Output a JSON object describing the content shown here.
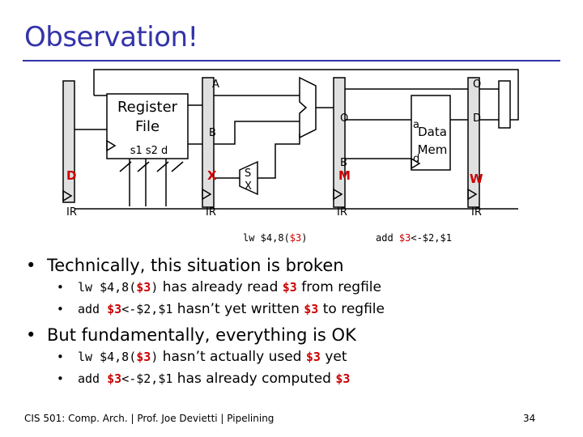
{
  "slide": {
    "title": "Observation!",
    "footer": "CIS 501: Comp. Arch.  |  Prof. Joe Devietti  |  Pipelining",
    "page_number": "34"
  },
  "diagram": {
    "regfile_label_1": "Register",
    "regfile_label_2": "File",
    "regfile_ports": "s1 s2  d",
    "latch_A": "A",
    "latch_B": "B",
    "latch_O_exec": "O",
    "latch_B_mem": "B",
    "latch_O_mem": "O",
    "latch_D_wb": "D",
    "stage_D": "D",
    "stage_X": "X",
    "stage_M": "M",
    "stage_W": "W",
    "ir_1": "IR",
    "ir_2": "IR",
    "ir_3": "IR",
    "ir_4": "IR",
    "sx_1": "S",
    "sx_2": "X",
    "dmem_a": "a",
    "dmem_d": "d",
    "dmem_label_1": "Data",
    "dmem_label_2": "Mem",
    "instr_x_prefix": "lw $4,8(",
    "instr_x_reg": "$3",
    "instr_x_suffix": ")",
    "instr_m_prefix": "add ",
    "instr_m_reg": "$3",
    "instr_m_suffix": "<-$2,$1"
  },
  "bullets": {
    "b1": "Technically, this situation is broken",
    "b1_1_code": "lw $4,8(",
    "b1_1_reg": "$3",
    "b1_1_code2": ")",
    "b1_1_text": " has already read ",
    "b1_1_reg2": "$3",
    "b1_1_text2": " from regfile",
    "b1_2_code": "add ",
    "b1_2_reg": "$3",
    "b1_2_code2": "<-$2,$1",
    "b1_2_text": " hasn’t yet written ",
    "b1_2_reg2": "$3",
    "b1_2_text2": " to regfile",
    "b2": "But fundamentally, everything is OK",
    "b2_1_code": "lw $4,8(",
    "b2_1_reg": "$3",
    "b2_1_code2": ")",
    "b2_1_text": " hasn’t actually used ",
    "b2_1_reg2": "$3",
    "b2_1_text2": " yet",
    "b2_2_code": "add ",
    "b2_2_reg": "$3",
    "b2_2_code2": "<-$2,$1",
    "b2_2_text": " has already computed ",
    "b2_2_reg2": "$3"
  },
  "colors": {
    "title": "#3333aa",
    "highlight": "#cc0000",
    "latch_fill": "#e0e0e0"
  }
}
